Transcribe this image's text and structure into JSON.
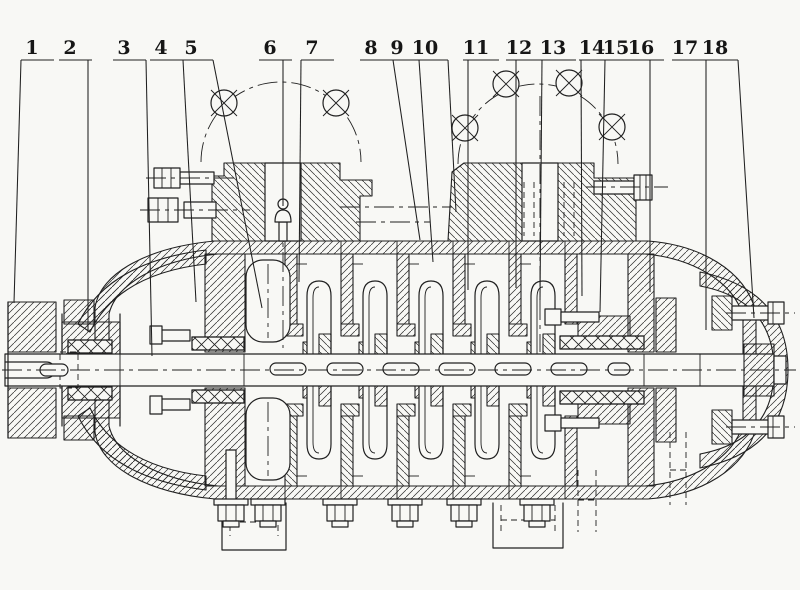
{
  "figure": {
    "callouts": [
      {
        "label": "1"
      },
      {
        "label": "2"
      },
      {
        "label": "3"
      },
      {
        "label": "4"
      },
      {
        "label": "5"
      },
      {
        "label": "6"
      },
      {
        "label": "7"
      },
      {
        "label": "8"
      },
      {
        "label": "9"
      },
      {
        "label": "10"
      },
      {
        "label": "11"
      },
      {
        "label": "12"
      },
      {
        "label": "13"
      },
      {
        "label": "14"
      },
      {
        "label": "15"
      },
      {
        "label": "16"
      },
      {
        "label": "17"
      },
      {
        "label": "18"
      }
    ],
    "colors": {
      "ink": "#202020",
      "paper": "#f8f8f5"
    }
  }
}
